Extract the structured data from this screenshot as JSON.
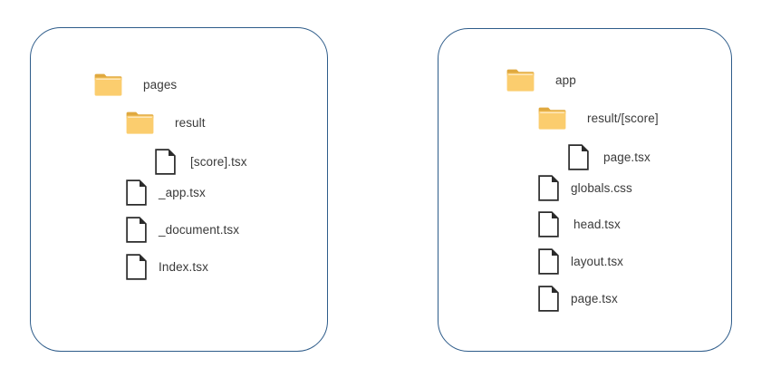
{
  "diagram": {
    "type": "file-tree-comparison",
    "background": "#ffffff",
    "panel_border_color": "#2E5C8A",
    "folder_color": "#FBCD6E",
    "folder_tab_color": "#E0A93F",
    "file_stroke_color": "#2B2B2B",
    "text_color": "#3A3A3A"
  },
  "panels": [
    {
      "id": "pages-router",
      "nodes": [
        {
          "label": "pages",
          "icon": "folder-icon",
          "depth": 0
        },
        {
          "label": "result",
          "icon": "folder-icon",
          "depth": 1
        },
        {
          "label": "[score].tsx",
          "icon": "file-icon",
          "depth": 2
        },
        {
          "label": "_app.tsx",
          "icon": "file-icon",
          "depth": 1
        },
        {
          "label": "_document.tsx",
          "icon": "file-icon",
          "depth": 1
        },
        {
          "label": "Index.tsx",
          "icon": "file-icon",
          "depth": 1
        }
      ]
    },
    {
      "id": "app-router",
      "nodes": [
        {
          "label": "app",
          "icon": "folder-icon",
          "depth": 0
        },
        {
          "label": "result/[score]",
          "icon": "folder-icon",
          "depth": 1
        },
        {
          "label": "page.tsx",
          "icon": "file-icon",
          "depth": 2
        },
        {
          "label": "globals.css",
          "icon": "file-icon",
          "depth": 1
        },
        {
          "label": "head.tsx",
          "icon": "file-icon",
          "depth": 1
        },
        {
          "label": "layout.tsx",
          "icon": "file-icon",
          "depth": 1
        },
        {
          "label": "page.tsx",
          "icon": "file-icon",
          "depth": 1
        }
      ]
    }
  ]
}
